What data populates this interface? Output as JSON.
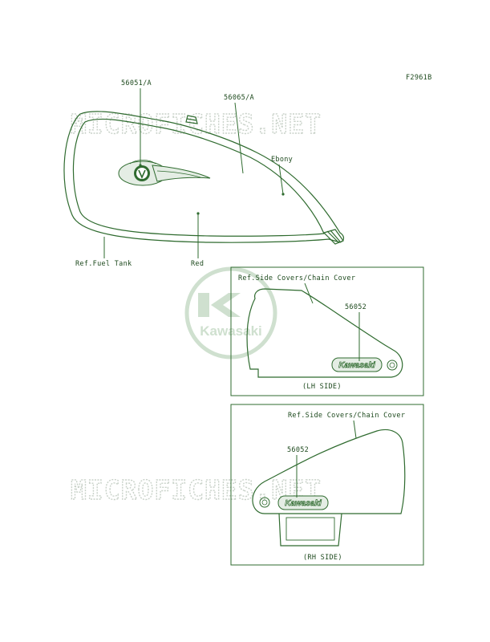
{
  "figure_code": "F2961B",
  "watermark": "MICROFICHES.NET",
  "logo_text": "Kawasaki",
  "emblem_text": "Kawasaki",
  "colors": {
    "line": "#2f6b2f",
    "text": "#1e4a1e",
    "watermark": "#c9d2c9",
    "logo": "#cfe0cf"
  },
  "tank": {
    "part_56051": "56051/A",
    "part_56065": "56065/A",
    "ebony": "Ebony",
    "red": "Red",
    "ref": "Ref.Fuel Tank"
  },
  "lh_panel": {
    "ref": "Ref.Side Covers/Chain Cover",
    "part": "56052",
    "caption": "(LH SIDE)"
  },
  "rh_panel": {
    "ref": "Ref.Side Covers/Chain Cover",
    "part": "56052",
    "caption": "(RH SIDE)"
  }
}
